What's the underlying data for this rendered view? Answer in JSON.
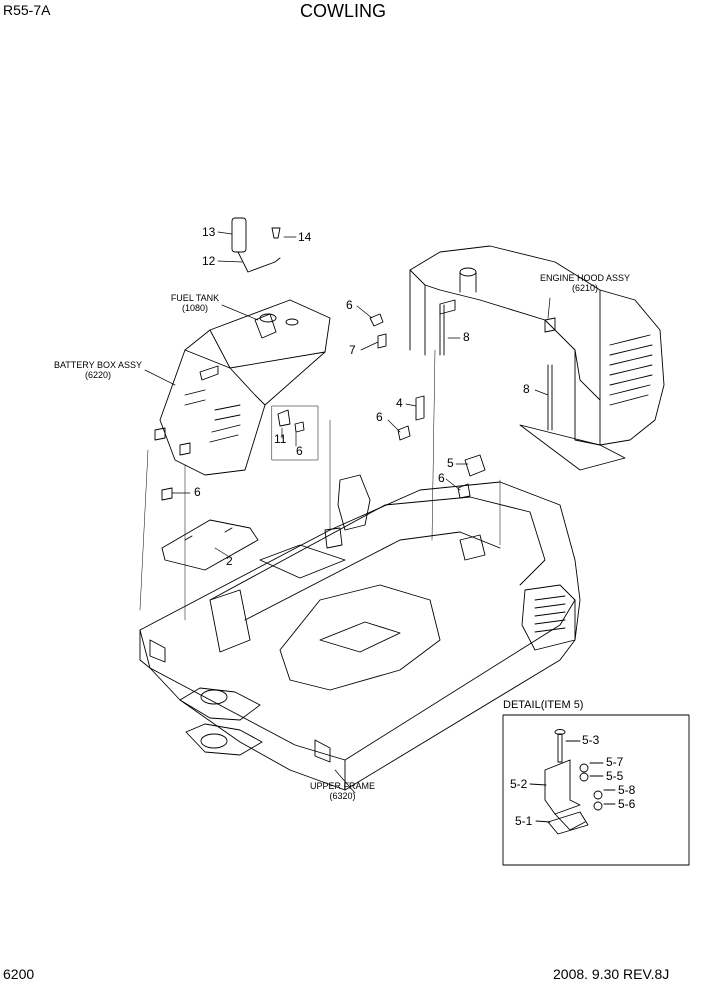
{
  "header": {
    "model": "R55-7A",
    "title": "COWLING"
  },
  "footer": {
    "page_number": "6200",
    "date_rev": "2008. 9.30  REV.8J"
  },
  "assemblies": {
    "fuel_tank": {
      "name": "FUEL TANK",
      "code": "(1080)"
    },
    "battery_box": {
      "name": "BATTERY BOX ASSY",
      "code": "(6220)"
    },
    "engine_hood": {
      "name": "ENGINE HOOD ASSY",
      "code": "(6210)"
    },
    "upper_frame": {
      "name": "UPPER FRAME",
      "code": "(6320)"
    }
  },
  "callouts": {
    "c13": "13",
    "c14": "14",
    "c12": "12",
    "c6a": "6",
    "c7": "7",
    "c8a": "8",
    "c8b": "8",
    "c4": "4",
    "c6b": "6",
    "c11": "11",
    "c6c": "6",
    "c5": "5",
    "c6d": "6",
    "c6e": "6",
    "c2": "2"
  },
  "detail": {
    "title": "DETAIL(ITEM 5)",
    "items": {
      "d53": "5-3",
      "d57": "5-7",
      "d55": "5-5",
      "d52": "5-2",
      "d58": "5-8",
      "d56": "5-6",
      "d51": "5-1"
    }
  }
}
